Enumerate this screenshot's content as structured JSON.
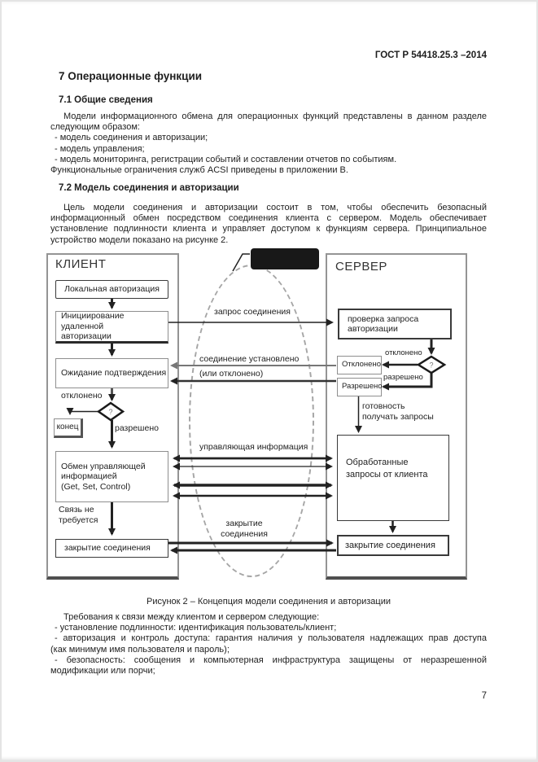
{
  "page": {
    "header": "ГОСТ Р 54418.25.3 –2014",
    "number": "7"
  },
  "sections": {
    "h1": "7 Операционные функции",
    "h2a": "7.1 Общие сведения",
    "p1": [
      "Модели информационного обмена для операционных функций представлены в данном разделе",
      "следующим образом:",
      "- модель соединения и авторизации;",
      "- модель управления;",
      "- модель мониторинга, регистрации событий и составлении отчетов по событиям.",
      "Функциональные ограничения служб ACSI приведены в приложении В."
    ],
    "h2b": "7.2 Модель соединения и авторизации",
    "p2": [
      "Цель модели соединения и авторизации состоит в том, чтобы обеспечить безопасный",
      "информационный обмен посредством соединения клиента с сервером. Модель обеспечивает",
      "установление подлинности клиента и управляет доступом к функциям сервера. Принципиальное",
      "устройство модели показано на рисунке 2."
    ],
    "caption": "Рисунок 2 – Концепция модели соединения и авторизации",
    "p3": [
      "Требования к связи между клиентом и сервером следующие:",
      "- установление подлинности: идентификация пользователь/клиент;",
      "- авторизация и контроль доступа: гарантия наличия у пользователя надлежащих прав доступа",
      "(как минимум имя пользователя и пароль);",
      "- безопасность: сообщения и компьютерная инфраструктура защищены от неразрешенной",
      "модификации или порчи;"
    ]
  },
  "diagram": {
    "client": {
      "title": "КЛИЕНТ",
      "local_auth": "Локальная авторизация",
      "init_remote": [
        "Инициирование удаленной",
        "авторизации"
      ],
      "wait_confirm": "Ожидание подтверждения",
      "declined_label": "отклонено",
      "allowed_label": "разрешено",
      "end_box": "конец",
      "exchange": [
        "Обмен управляющей",
        "информацией",
        "(Get, Set, Control)"
      ],
      "no_link": [
        "Связь не",
        "требуется"
      ],
      "close": "закрытие соединения",
      "question": "?"
    },
    "server": {
      "title": "СЕРВЕР",
      "check": [
        "проверка запроса",
        "авторизации"
      ],
      "declined_box": "Отклонено",
      "allowed_box": "Разрешено",
      "declined_label": "отклонено",
      "allowed_label": "разрешено",
      "ready": [
        "готовность",
        "получать запросы"
      ],
      "processed": [
        "Обработанные",
        "запросы от клиента"
      ],
      "close": "закрытие соединения",
      "question": "?"
    },
    "middle": {
      "request": "запрос соединения",
      "established": "соединение установлено",
      "or_declined": "(или отклонено)",
      "control_info": "управляющая информация",
      "closing": [
        "закрытие",
        "соединения"
      ]
    }
  }
}
